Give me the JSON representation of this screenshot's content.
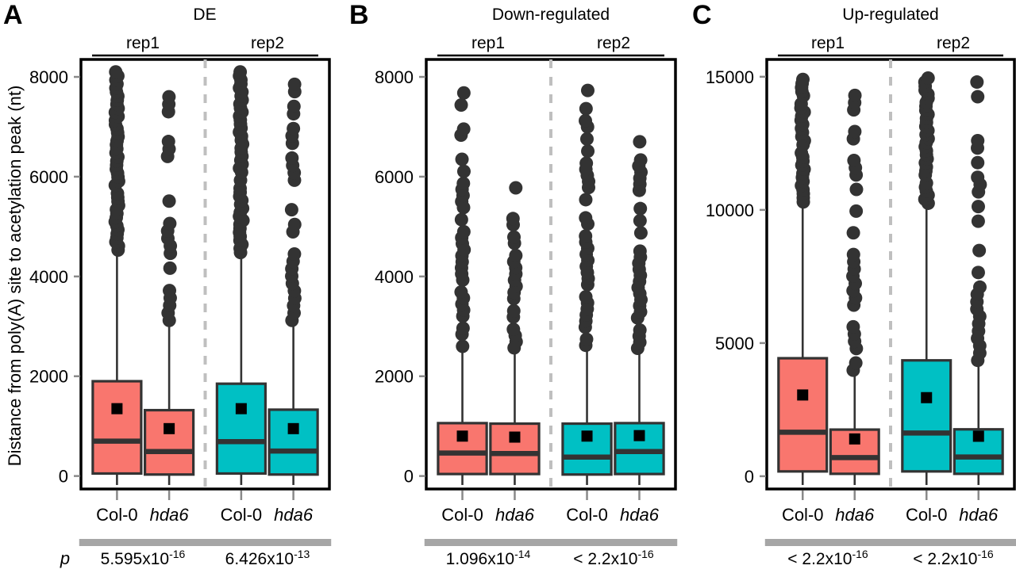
{
  "figure": {
    "y_axis_label": "Distance from poly(A) site to acetylation peak (nt)",
    "p_symbol": "p",
    "colors": {
      "col0": "#F9766E",
      "hda6": "#00C0C4",
      "outlier": "#333333",
      "box_border": "#333333",
      "divider": "#BFBFBF",
      "group_bar": "#A6A6A6",
      "frame": "#000000"
    }
  },
  "chart_data": [
    {
      "type": "box",
      "panel_letter": "A",
      "title": "DE",
      "groups": [
        "rep1",
        "rep2"
      ],
      "categories": [
        "Col-0",
        "hda6",
        "Col-0",
        "hda6"
      ],
      "ylabel": "Distance from poly(A) site to acetylation peak (nt)",
      "yticks": [
        0,
        2000,
        4000,
        6000,
        8000
      ],
      "ylim": [
        -260,
        8350
      ],
      "grid": false,
      "legend": "none",
      "p_values": [
        "5.595x10-16",
        "6.426x10-13"
      ],
      "p_values_display": [
        {
          "mantissa": "5.595x10",
          "exponent": "-16"
        },
        {
          "mantissa": "6.426x10",
          "exponent": "-13"
        }
      ],
      "boxes": [
        {
          "label": "Col-0",
          "group": "rep1",
          "color": "col0",
          "q1": 50,
          "median": 700,
          "q3": 1900,
          "mean": 1350,
          "whisker_low": -180,
          "whisker_high": 4530,
          "outliers_from": 4530,
          "outliers_to": 8100,
          "outlier_density": "dense"
        },
        {
          "label": "hda6",
          "group": "rep1",
          "color": "col0",
          "q1": 30,
          "median": 490,
          "q3": 1320,
          "mean": 950,
          "whisker_low": -180,
          "whisker_high": 3120,
          "outliers_from": 3120,
          "outliers_to": 7900,
          "outlier_density": "sparse"
        },
        {
          "label": "Col-0",
          "group": "rep2",
          "color": "hda6",
          "q1": 50,
          "median": 690,
          "q3": 1850,
          "mean": 1350,
          "whisker_low": -180,
          "whisker_high": 4480,
          "outliers_from": 4480,
          "outliers_to": 8100,
          "outlier_density": "dense"
        },
        {
          "label": "hda6",
          "group": "rep2",
          "color": "hda6",
          "q1": 30,
          "median": 500,
          "q3": 1330,
          "mean": 950,
          "whisker_low": -180,
          "whisker_high": 3120,
          "outliers_from": 3120,
          "outliers_to": 8000,
          "outlier_density": "sparse"
        }
      ]
    },
    {
      "type": "box",
      "panel_letter": "B",
      "title": "Down-regulated",
      "groups": [
        "rep1",
        "rep2"
      ],
      "categories": [
        "Col-0",
        "hda6",
        "Col-0",
        "hda6"
      ],
      "ylabel": "",
      "yticks": [
        0,
        2000,
        4000,
        6000,
        8000
      ],
      "ylim": [
        -260,
        8350
      ],
      "grid": false,
      "legend": "none",
      "p_values": [
        "1.096x10-14",
        "< 2.2x10-16"
      ],
      "p_values_display": [
        {
          "mantissa": "1.096x10",
          "exponent": "-14"
        },
        {
          "mantissa": "< 2.2x10",
          "exponent": "-16"
        }
      ],
      "boxes": [
        {
          "label": "Col-0",
          "group": "rep1",
          "color": "col0",
          "q1": 40,
          "median": 460,
          "q3": 1060,
          "mean": 800,
          "whisker_low": -180,
          "whisker_high": 2600,
          "outliers_from": 2600,
          "outliers_to": 7800,
          "outlier_density": "medium"
        },
        {
          "label": "hda6",
          "group": "rep1",
          "color": "col0",
          "q1": 40,
          "median": 450,
          "q3": 1050,
          "mean": 780,
          "whisker_low": -180,
          "whisker_high": 2570,
          "outliers_from": 2570,
          "outliers_to": 5900,
          "outlier_density": "medium"
        },
        {
          "label": "Col-0",
          "group": "rep2",
          "color": "hda6",
          "q1": 30,
          "median": 380,
          "q3": 1050,
          "mean": 800,
          "whisker_low": -180,
          "whisker_high": 2620,
          "outliers_from": 2620,
          "outliers_to": 7850,
          "outlier_density": "medium"
        },
        {
          "label": "hda6",
          "group": "rep2",
          "color": "hda6",
          "q1": 40,
          "median": 490,
          "q3": 1060,
          "mean": 810,
          "whisker_low": -180,
          "whisker_high": 2560,
          "outliers_from": 2560,
          "outliers_to": 6700,
          "outlier_density": "medium"
        }
      ]
    },
    {
      "type": "box",
      "panel_letter": "C",
      "title": "Up-regulated",
      "groups": [
        "rep1",
        "rep2"
      ],
      "categories": [
        "Col-0",
        "hda6",
        "Col-0",
        "hda6"
      ],
      "ylabel": "",
      "yticks": [
        0,
        5000,
        10000,
        15000
      ],
      "ylim": [
        -480,
        15650
      ],
      "grid": false,
      "legend": "none",
      "p_values": [
        "< 2.2x10-16",
        "< 2.2x10-16"
      ],
      "p_values_display": [
        {
          "mantissa": "< 2.2x10",
          "exponent": "-16"
        },
        {
          "mantissa": "< 2.2x10",
          "exponent": "-16"
        }
      ],
      "boxes": [
        {
          "label": "Col-0",
          "group": "rep1",
          "color": "col0",
          "q1": 180,
          "median": 1650,
          "q3": 4430,
          "mean": 3050,
          "whisker_low": -330,
          "whisker_high": 10300,
          "outliers_from": 10300,
          "outliers_to": 14900,
          "outlier_density": "dense"
        },
        {
          "label": "hda6",
          "group": "rep1",
          "color": "col0",
          "q1": 90,
          "median": 700,
          "q3": 1750,
          "mean": 1400,
          "whisker_low": -330,
          "whisker_high": 3980,
          "outliers_from": 3980,
          "outliers_to": 14300,
          "outlier_density": "sparse"
        },
        {
          "label": "Col-0",
          "group": "rep2",
          "color": "hda6",
          "q1": 180,
          "median": 1620,
          "q3": 4350,
          "mean": 2950,
          "whisker_low": -330,
          "whisker_high": 10250,
          "outliers_from": 10250,
          "outliers_to": 14950,
          "outlier_density": "dense"
        },
        {
          "label": "hda6",
          "group": "rep2",
          "color": "hda6",
          "q1": 90,
          "median": 720,
          "q3": 1760,
          "mean": 1500,
          "whisker_low": -330,
          "whisker_high": 4350,
          "outliers_from": 4350,
          "outliers_to": 14800,
          "outlier_density": "sparse"
        }
      ]
    }
  ]
}
